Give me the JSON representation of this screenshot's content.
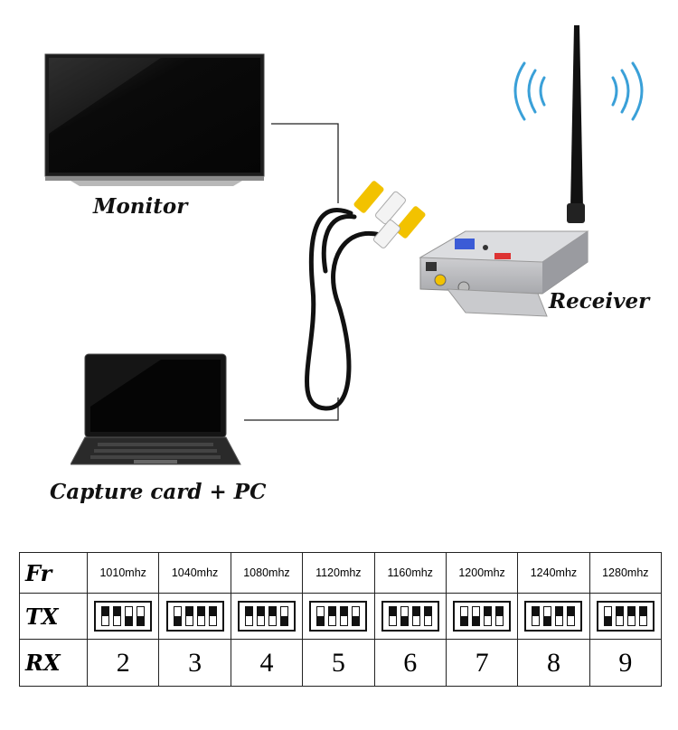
{
  "labels": {
    "monitor": "Monitor",
    "receiver": "Receiver",
    "pc": "Capture card  + PC"
  },
  "devices": {
    "receiver_badge": "Receiver"
  },
  "table": {
    "row_labels": [
      "Fr",
      "TX",
      "RX"
    ],
    "frequencies": [
      "1010mhz",
      "1040mhz",
      "1080mhz",
      "1120mhz",
      "1160mhz",
      "1200mhz",
      "1240mhz",
      "1280mhz"
    ],
    "tx_dip": [
      [
        1,
        1,
        0,
        0
      ],
      [
        0,
        1,
        1,
        1
      ],
      [
        1,
        1,
        1,
        0
      ],
      [
        0,
        1,
        1,
        0
      ],
      [
        1,
        0,
        1,
        1
      ],
      [
        0,
        0,
        1,
        1
      ],
      [
        1,
        0,
        1,
        1
      ],
      [
        0,
        1,
        1,
        1
      ]
    ],
    "rx_channels": [
      "2",
      "3",
      "4",
      "5",
      "6",
      "7",
      "8",
      "9"
    ]
  }
}
